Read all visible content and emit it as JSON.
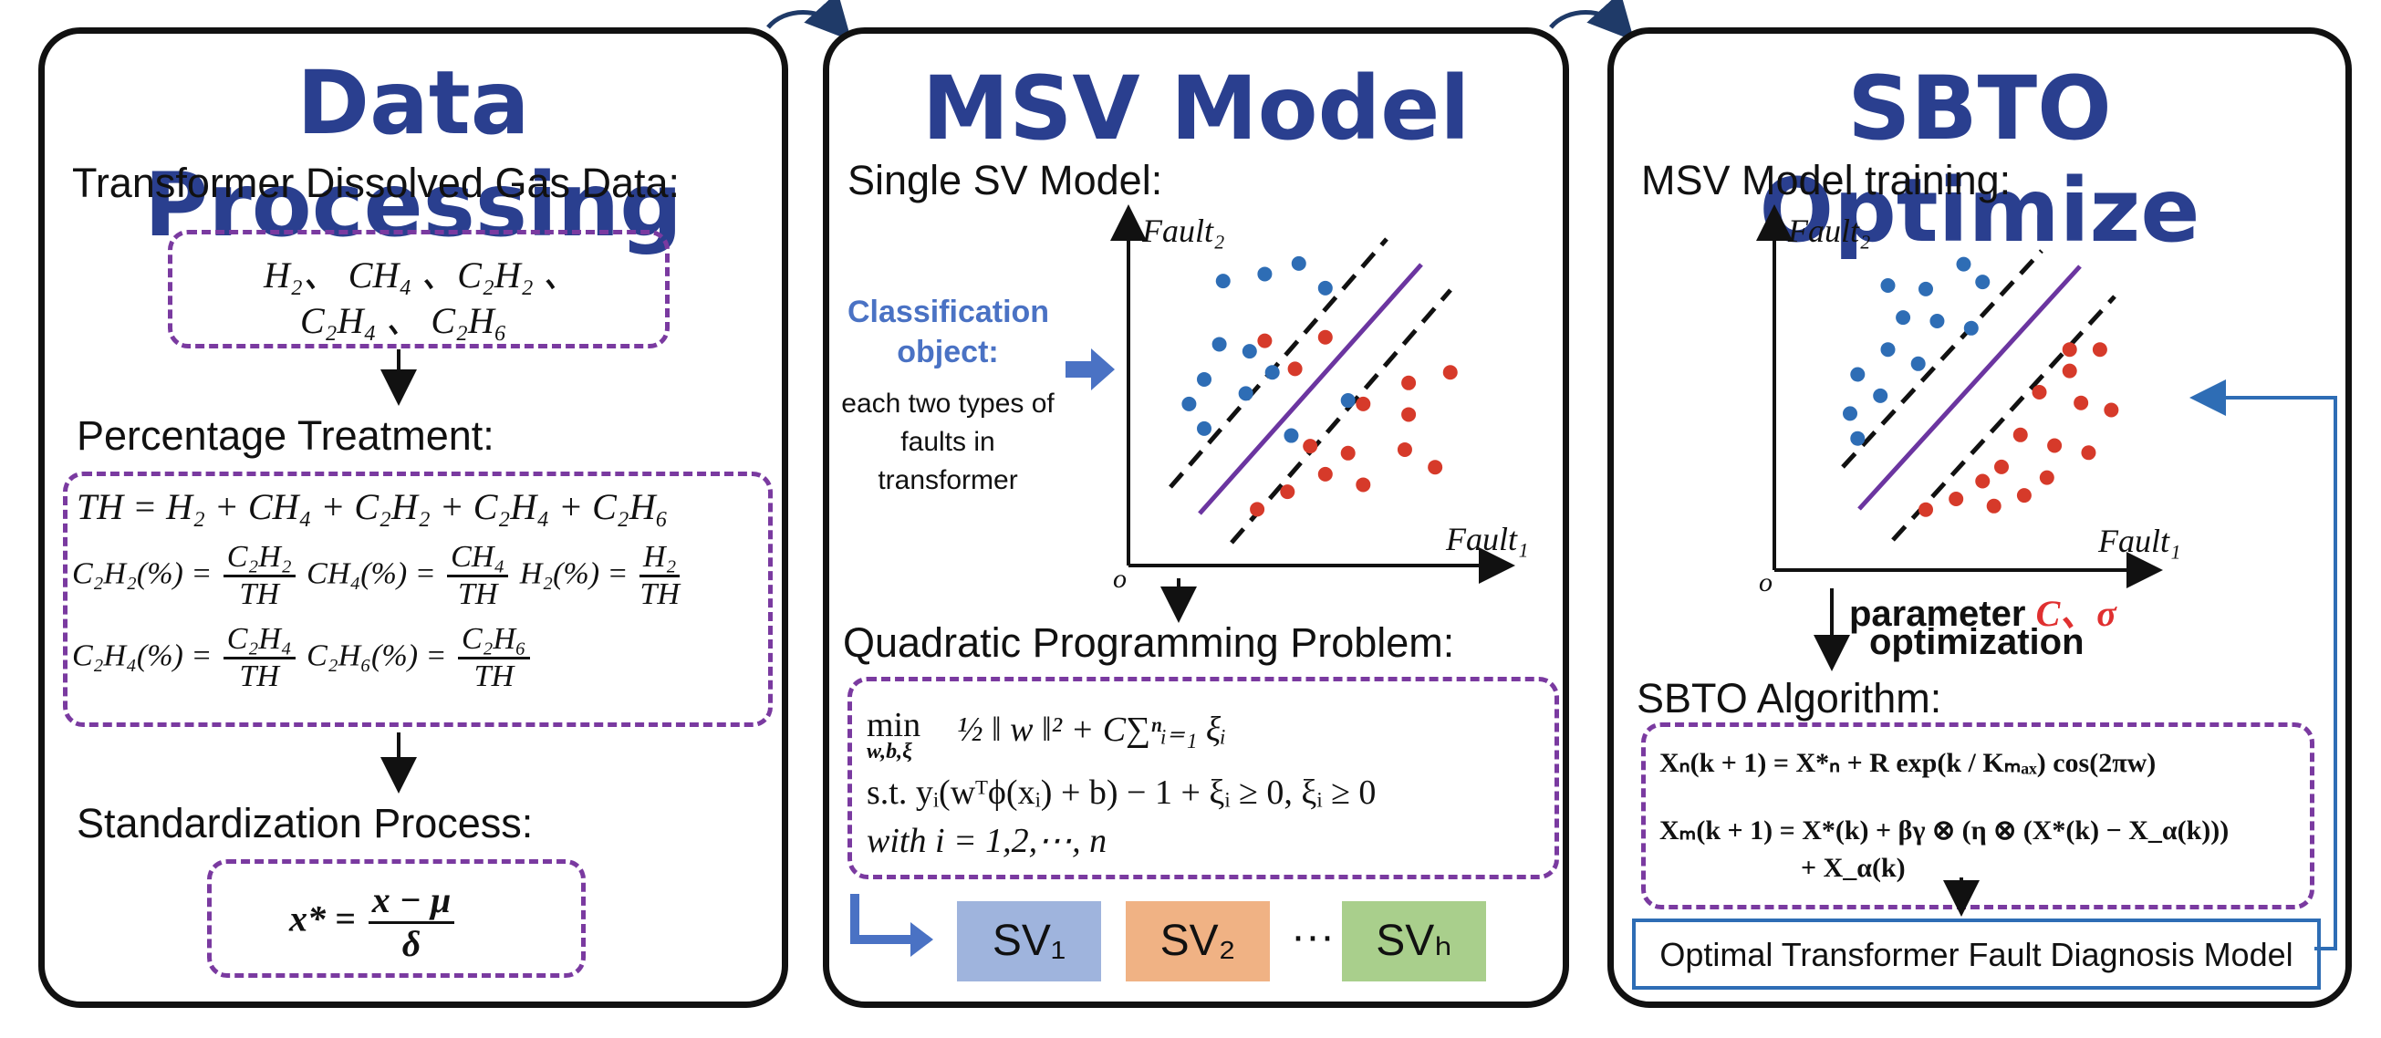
{
  "panels": {
    "data_processing": {
      "title": "Data Processing",
      "gas_header": "Transformer Dissolved Gas Data:",
      "gas_line1": "H₂、 CH₄ 、C₂H₂ 、",
      "gas_line2": "C₂H₄ 、 C₂H₆",
      "pct_header": "Percentage Treatment:",
      "th_formula": "TH = H₂ + CH₄ + C₂H₂ + C₂H₄ + C₂H₆",
      "f_c2h2_lhs": "C₂H₂(%) =",
      "f_c2h2_num": "C₂H₂",
      "f_den": "TH",
      "f_ch4_lhs": "CH₄(%) =",
      "f_ch4_num": "CH₄",
      "f_h2_lhs": "H₂(%) =",
      "f_h2_num": "H₂",
      "f_c2h4_lhs": "C₂H₄(%) =",
      "f_c2h4_num": "C₂H₄",
      "f_c2h6_lhs": "C₂H₆(%) =",
      "f_c2h6_num": "C₂H₆",
      "std_header": "Standardization Process:",
      "std_lhs": "x* =",
      "std_num": "x − μ",
      "std_den": "δ"
    },
    "msv_model": {
      "title": "MSV Model",
      "single_header": "Single SV Model:",
      "class_obj": "Classification object:",
      "class_desc": "each two types of faults in transformer",
      "axis_y": "Fault₂",
      "axis_x": "Fault₁",
      "origin": "o",
      "qp_header": "Quadratic Programming Problem:",
      "qp_min": "min",
      "qp_min_sub": "w,b,ξ",
      "qp_obj": "½ ‖ w ‖² + C∑ⁿᵢ₌₁ ξᵢ",
      "qp_st": "s.t.   yᵢ(wᵀϕ(xᵢ) + b) − 1 + ξᵢ ≥ 0, ξᵢ ≥ 0",
      "qp_with": "with i = 1,2,⋯, n",
      "sv1": "SV₁",
      "sv2": "SV₂",
      "ellipsis": "···",
      "svh": "SVₕ"
    },
    "sbto": {
      "title": "SBTO Optimize",
      "train_header": "MSV Model training:",
      "axis_y": "Fault₂",
      "axis_x": "Fault₁",
      "origin": "o",
      "param_label": "parameter",
      "param_c": "C、σ",
      "param_opt": "optimization",
      "algo_header": "SBTO Algorithm:",
      "eq1": "Xₙ(k + 1) = X*ₙ + R exp(k / Kₘₐₓ) cos(2πw)",
      "eq2": "Xₘ(k + 1) = X*(k) + βγ ⊗ (η ⊗ (X*(k) − X_α(k)))",
      "eq3": "+ X_α(k)",
      "optimal_model": "Optimal Transformer Fault Diagnosis Model"
    }
  },
  "colors": {
    "title_blue": "#2a3f8f",
    "dashed_purple": "#7a3aa0",
    "blue_dot": "#2e6db5",
    "red_dot": "#d63a2a",
    "hyperplane": "#6b35a0",
    "sv1_fill": "#9fb4dd",
    "sv2_fill": "#f0b284",
    "svh_fill": "#a9cf8c",
    "feedback_line": "#2e6db5",
    "param_red": "#e03030",
    "class_blue": "#4a72c4"
  },
  "chart_data": [
    {
      "type": "scatter",
      "title": "",
      "xlabel": "Fault₁",
      "ylabel": "Fault₂",
      "series": [
        {
          "name": "",
          "color": "#2e6db5",
          "points": [
            [
              0.25,
              0.81
            ],
            [
              0.36,
              0.83
            ],
            [
              0.45,
              0.86
            ],
            [
              0.52,
              0.79
            ],
            [
              0.24,
              0.63
            ],
            [
              0.32,
              0.61
            ],
            [
              0.38,
              0.55
            ],
            [
              0.2,
              0.53
            ],
            [
              0.31,
              0.49
            ],
            [
              0.16,
              0.46
            ],
            [
              0.2,
              0.39
            ],
            [
              0.43,
              0.37
            ],
            [
              0.58,
              0.47
            ]
          ]
        },
        {
          "name": "",
          "color": "#d63a2a",
          "points": [
            [
              0.36,
              0.64
            ],
            [
              0.52,
              0.65
            ],
            [
              0.44,
              0.56
            ],
            [
              0.74,
              0.52
            ],
            [
              0.85,
              0.55
            ],
            [
              0.62,
              0.46
            ],
            [
              0.74,
              0.43
            ],
            [
              0.48,
              0.34
            ],
            [
              0.58,
              0.32
            ],
            [
              0.73,
              0.33
            ],
            [
              0.81,
              0.28
            ],
            [
              0.52,
              0.26
            ],
            [
              0.62,
              0.23
            ],
            [
              0.42,
              0.21
            ],
            [
              0.34,
              0.16
            ]
          ]
        }
      ]
    },
    {
      "type": "scatter",
      "title": "",
      "xlabel": "Fault₁",
      "ylabel": "Fault₂",
      "series": [
        {
          "name": "",
          "color": "#2e6db5",
          "points": [
            [
              0.3,
              0.8
            ],
            [
              0.4,
              0.79
            ],
            [
              0.5,
              0.86
            ],
            [
              0.55,
              0.81
            ],
            [
              0.34,
              0.71
            ],
            [
              0.43,
              0.7
            ],
            [
              0.52,
              0.68
            ],
            [
              0.3,
              0.62
            ],
            [
              0.38,
              0.58
            ],
            [
              0.22,
              0.55
            ],
            [
              0.28,
              0.49
            ],
            [
              0.2,
              0.44
            ],
            [
              0.22,
              0.37
            ]
          ]
        },
        {
          "name": "",
          "color": "#d63a2a",
          "points": [
            [
              0.78,
              0.62
            ],
            [
              0.86,
              0.62
            ],
            [
              0.78,
              0.56
            ],
            [
              0.7,
              0.5
            ],
            [
              0.81,
              0.47
            ],
            [
              0.89,
              0.45
            ],
            [
              0.65,
              0.38
            ],
            [
              0.74,
              0.35
            ],
            [
              0.83,
              0.33
            ],
            [
              0.6,
              0.29
            ],
            [
              0.72,
              0.26
            ],
            [
              0.55,
              0.25
            ],
            [
              0.66,
              0.21
            ],
            [
              0.48,
              0.2
            ],
            [
              0.58,
              0.18
            ],
            [
              0.4,
              0.17
            ]
          ]
        }
      ]
    }
  ]
}
